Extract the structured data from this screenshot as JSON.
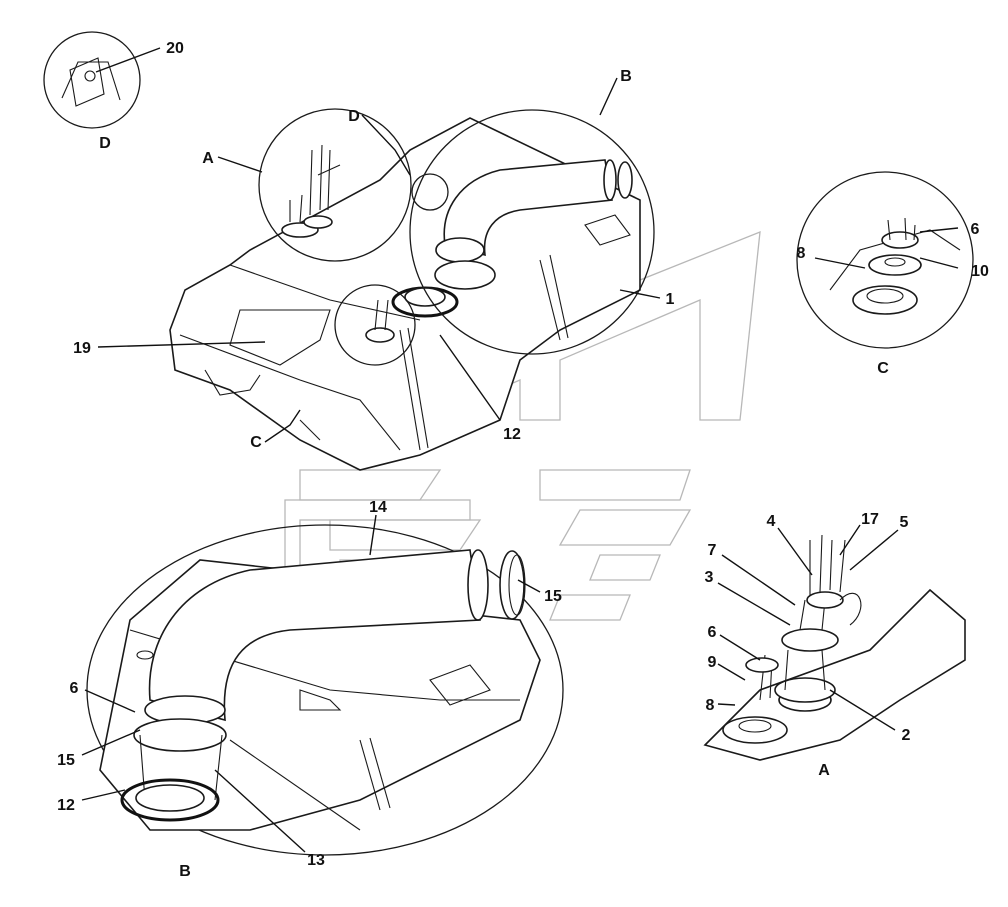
{
  "labels": {
    "view_d": "D",
    "part_20": "20",
    "view_a_top": "A",
    "view_d_top": "D",
    "view_b_top": "B",
    "part_1": "1",
    "part_19": "19",
    "view_c_left": "C",
    "part_12_top": "12",
    "part_6_c": "6",
    "part_8_c": "8",
    "part_10": "10",
    "view_c": "C",
    "part_14": "14",
    "part_15_right": "15",
    "part_6_b": "6",
    "part_15_b": "15",
    "part_12_b": "12",
    "part_13": "13",
    "view_b": "B",
    "part_4": "4",
    "part_17": "17",
    "part_5": "5",
    "part_7": "7",
    "part_3": "3",
    "part_6_a": "6",
    "part_9": "9",
    "part_8_a": "8",
    "part_2": "2",
    "view_a": "A"
  }
}
